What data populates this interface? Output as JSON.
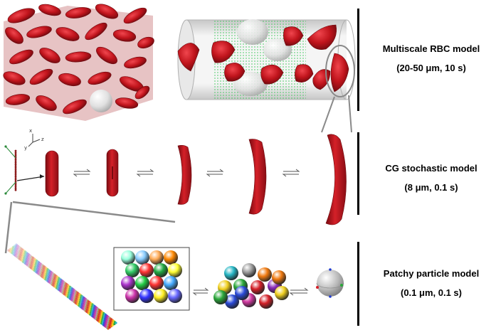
{
  "models": [
    {
      "name": "Multiscale RBC model",
      "scale": "(20-50 μm, 10 s)"
    },
    {
      "name": "CG stochastic model",
      "scale": "(8 μm, 0.1 s)"
    },
    {
      "name": "Patchy particle model",
      "scale": "(0.1 μm, 0.1 s)"
    }
  ],
  "axes": {
    "x": "x",
    "y": "y",
    "z": "z"
  },
  "colors": {
    "rbc": "#c0141c",
    "rbc_dark": "#7a0a10",
    "platelet": "#e6e6e6",
    "vessel_green": "#3cc85a",
    "connector": "#8a8a8a",
    "bead": "#8b1a1a"
  },
  "icons": [
    "rbc-suspension",
    "vessel-segment",
    "rbc-shape-sequence",
    "patchy-particle-bundle",
    "patchy-particle"
  ]
}
